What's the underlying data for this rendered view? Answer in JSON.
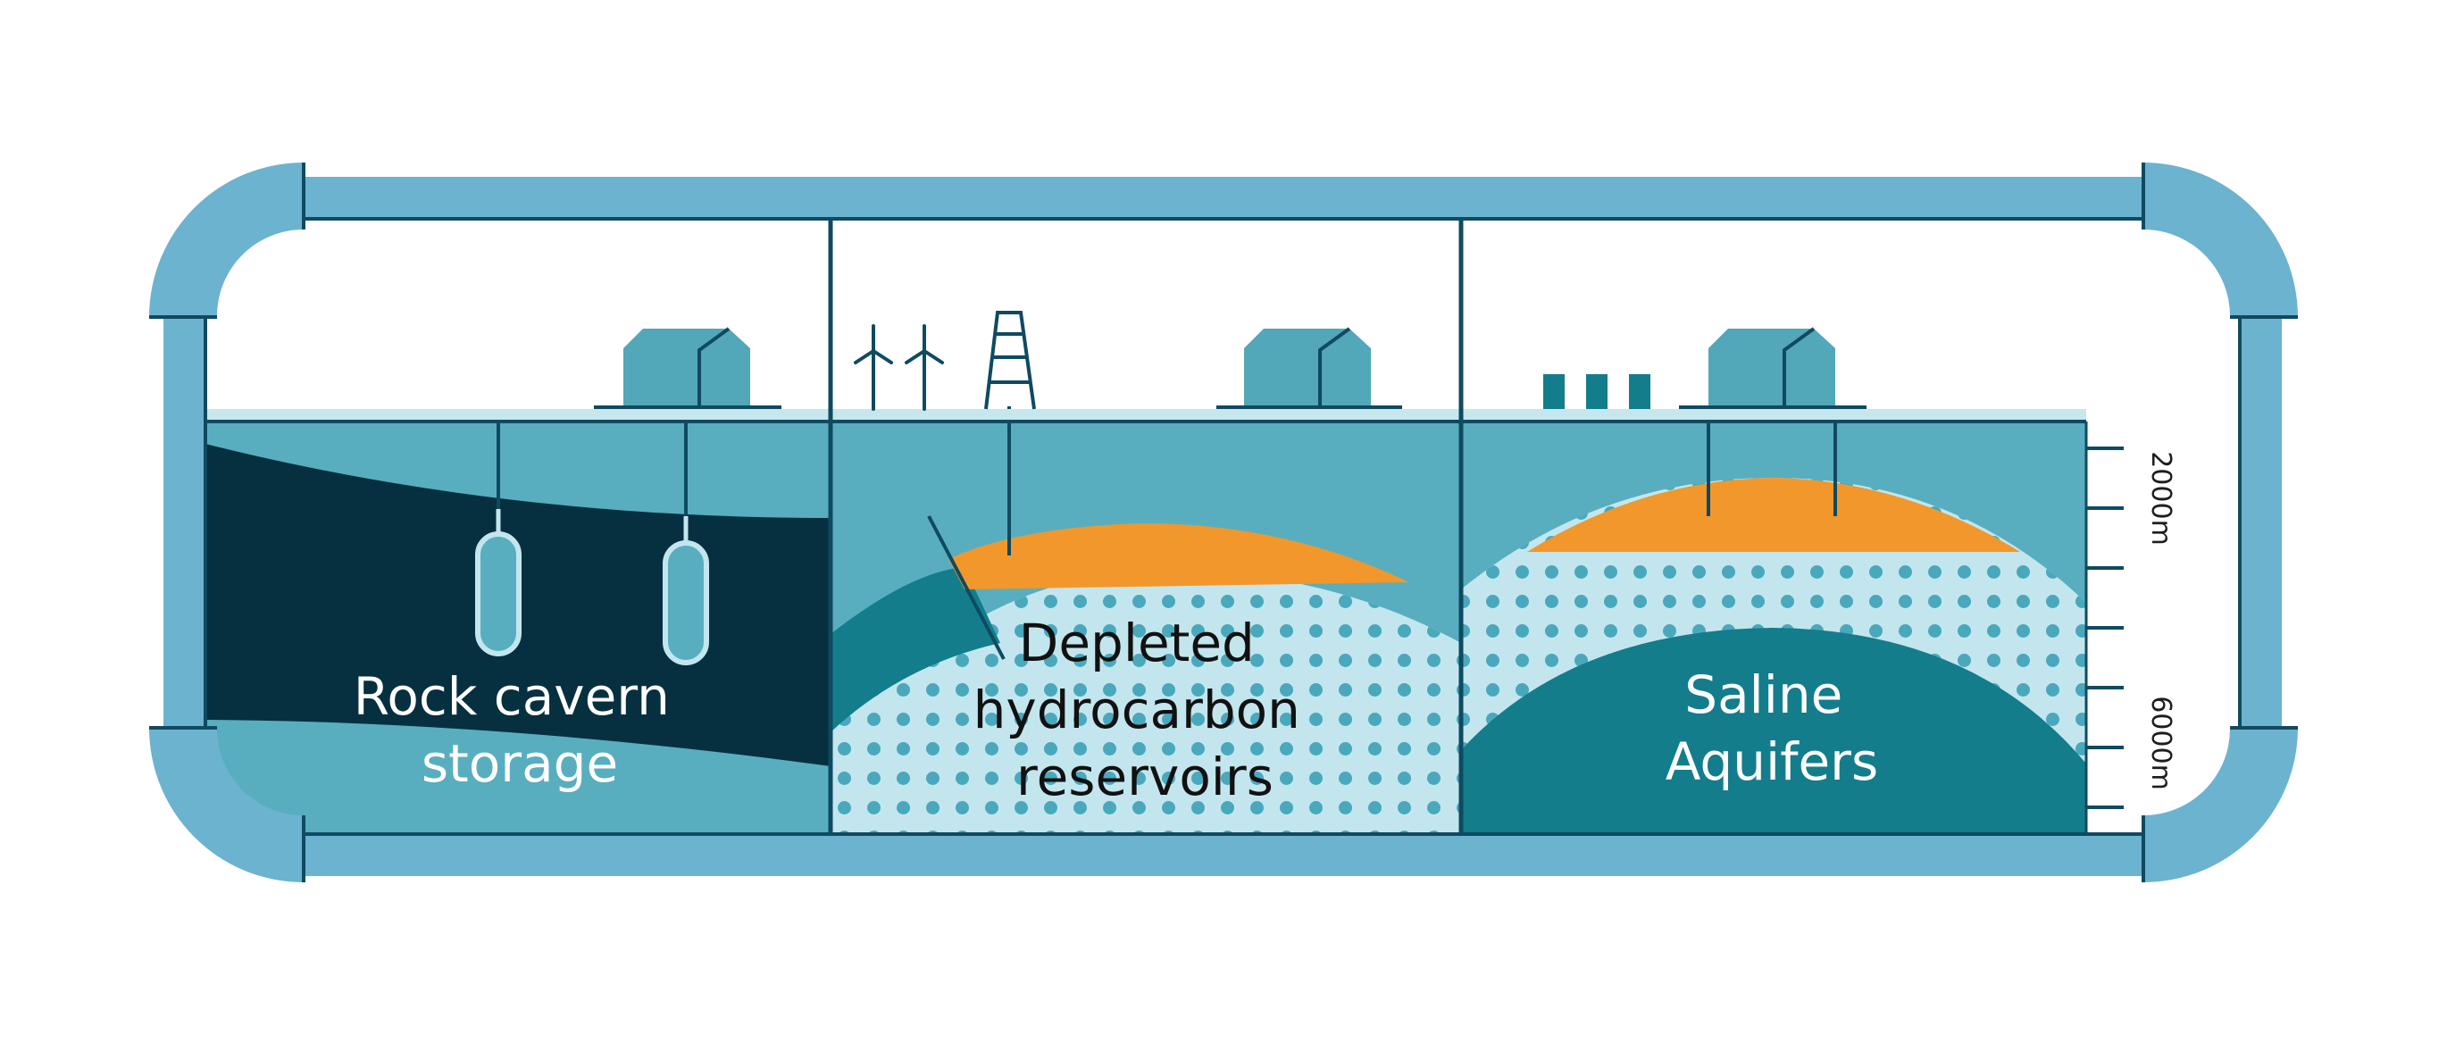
{
  "panels": [
    {
      "id": "rock-cavern",
      "label_lines": [
        "Rock cavern",
        "storage"
      ]
    },
    {
      "id": "depleted-reservoirs",
      "label_lines": [
        "Depleted",
        "hydrocarbon",
        "reservoirs"
      ]
    },
    {
      "id": "saline-aquifers",
      "label_lines": [
        "Saline",
        "Aquifers"
      ]
    }
  ],
  "depth_scale": {
    "top_label": "2000m",
    "bottom_label": "6000m"
  },
  "colors": {
    "pipe": "#6cb3cf",
    "outline": "#0f4a60",
    "rock": "#58aebf",
    "cavern": "#06303f",
    "storage_gas": "#f2972b",
    "porous": "#c3e6ee",
    "dots": "#4aa8bc",
    "deep_layer": "#137d8c",
    "surface": "#c6e7ee",
    "building": "#52a7b8"
  }
}
